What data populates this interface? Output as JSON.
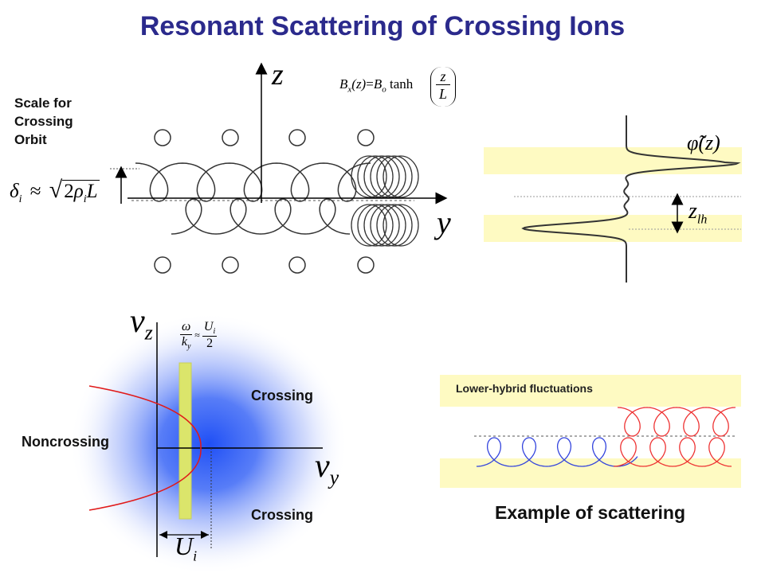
{
  "title": "Resonant Scattering of Crossing Ions",
  "top_left": {
    "scale_label_lines": [
      "Scale for",
      "Crossing",
      "Orbit"
    ],
    "axis_z": "z",
    "axis_y": "y",
    "field_formula": "B_x(z) = B_o tanh(z/L)",
    "field_lhs": "B",
    "field_lhs_sub": "x",
    "field_lhs_arg": "(z)",
    "field_eq": "=",
    "field_b0": "B",
    "field_b0_sub": "o",
    "field_tanh": "tanh",
    "field_frac_num": "z",
    "field_frac_den": "L",
    "scale_formula": "δ_i ≈ √(2ρ_i L)",
    "scale_delta": "δ",
    "scale_delta_sub": "i",
    "scale_approx": "≈",
    "scale_two": "2",
    "scale_rho": "ρ",
    "scale_rho_sub": "i",
    "scale_L": "L"
  },
  "top_right": {
    "phi_label": "φ̃(z)",
    "zlh_label": "z",
    "zlh_sub": "lh"
  },
  "bottom_left": {
    "axis_vz": "v",
    "axis_vz_sub": "z",
    "axis_vy": "v",
    "axis_vy_sub": "y",
    "resonance_formula": "ω/k_y ≈ U_i/2",
    "omega": "ω",
    "ky": "k",
    "ky_sub": "y",
    "approx": "≈",
    "ui_num": "U",
    "ui_num_sub": "i",
    "two": "2",
    "width_label": "U",
    "width_label_sub": "i",
    "crossing_top": "Crossing",
    "crossing_bottom": "Crossing",
    "noncrossing": "Noncrossing"
  },
  "bottom_right": {
    "fluct_label": "Lower-hybrid fluctuations",
    "caption": "Example of scattering"
  },
  "colors": {
    "title": "#2b2a8c",
    "band": "#fefac2",
    "blue_glow": "#1f4ff5",
    "parabola": "#e01a1a",
    "resonance_bar": "#dbe56b",
    "orbit_blue": "#3344dd",
    "orbit_red": "#ee3333"
  }
}
